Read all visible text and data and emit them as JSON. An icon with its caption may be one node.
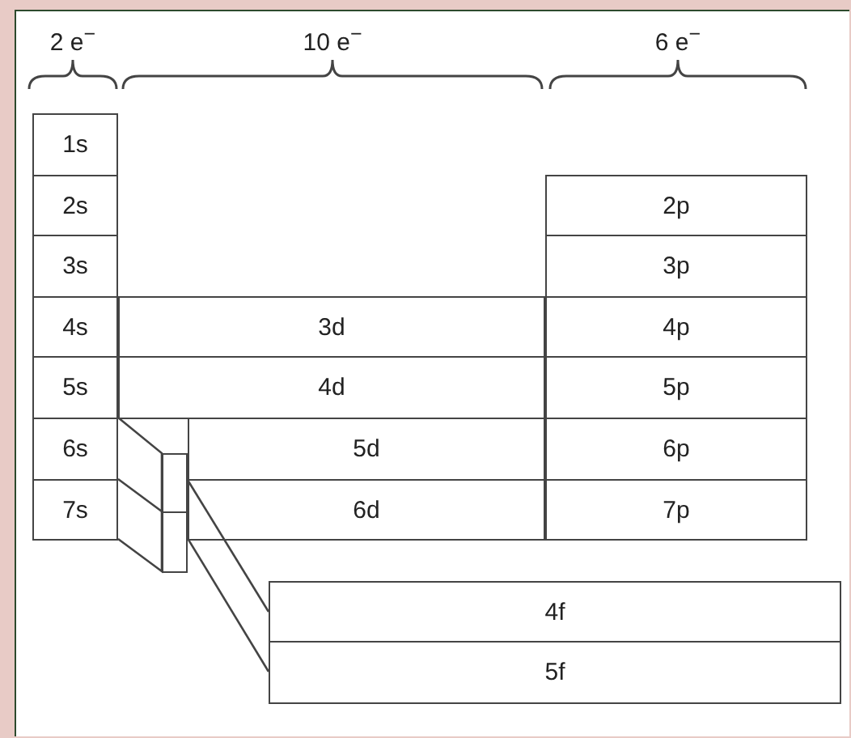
{
  "diagram": {
    "nodes": [
      {
        "text": [
          "1s"
        ]
      },
      {
        "text": [
          "2s"
        ]
      },
      {
        "text": [
          "2p"
        ]
      },
      {
        "text": [
          "3s"
        ]
      },
      {
        "text": [
          "3p"
        ]
      },
      {
        "text": [
          "4s"
        ]
      },
      {
        "text": [
          "3d"
        ]
      },
      {
        "text": [
          "4p"
        ]
      },
      {
        "text": [
          "5s"
        ]
      },
      {
        "text": [
          "4d"
        ]
      },
      {
        "text": [
          "5p"
        ]
      },
      {
        "text": [
          "6s"
        ]
      },
      {
        "text": [],
        "shape": "box"
      },
      {
        "text": [
          "5d"
        ]
      },
      {
        "text": [
          "6p"
        ]
      },
      {
        "text": [
          "7s"
        ]
      },
      {
        "text": [],
        "shape": "box"
      },
      {
        "text": [
          "6d"
        ]
      },
      {
        "text": [
          "7p"
        ]
      },
      {
        "text": [
          "4f"
        ]
      },
      {
        "text": [
          "5f"
        ]
      }
    ],
    "edges": [
      {
        "from": 12,
        "to": 19,
        "arrow": "none"
      },
      {
        "from": 16,
        "to": 20,
        "arrow": "none"
      }
    ],
    "labels": [
      "2 e$^{−}$",
      "10 e$^{−}$",
      "6 e$^{−}$"
    ]
  }
}
